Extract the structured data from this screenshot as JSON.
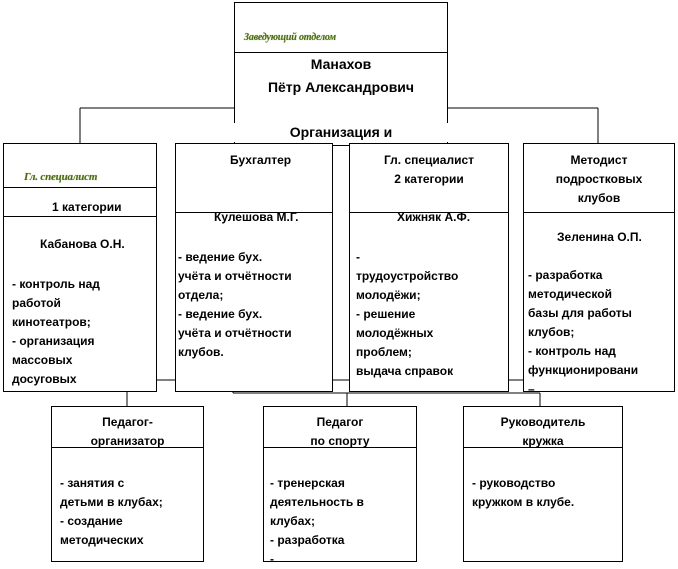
{
  "head": {
    "position": "Заведующий отделом",
    "name_line1": "Манахов",
    "name_line2": "Пётр Александрович",
    "dept": "Организация и"
  },
  "boxes": [
    {
      "title": "Гл. специалист",
      "subtitle": "1 категории",
      "person": "Кабанова О.Н.",
      "duties": "    - контроль над\nработой\nкинотеатров;\n    - организация\nмассовых\nдосуговых"
    },
    {
      "title": "Бухгалтер",
      "subtitle": "",
      "person": "Кулешова М.Г.",
      "duties": "    - ведение бух.\nучёта и отчётности\nотдела;\n    - ведение бух.\nучёта и отчётности\nклубов."
    },
    {
      "title": "Гл. специалист\n2 категории",
      "subtitle": "",
      "person": "Хижняк А.Ф.",
      "duties": "    -\nтрудоустройство\nмолодёжи;\n    - решение\nмолодёжных\nпроблем;\n    выдача справок"
    },
    {
      "title": "Методист\nподростковых\nклубов",
      "subtitle": "",
      "person": "Зеленина О.П.",
      "duties": "    - разработка\nметодической\nбазы для работы\nклубов;\n    - контроль над\nфункционировани\n–"
    }
  ],
  "bottom": [
    {
      "title": "Педагог-\nорганизатор",
      "duties": "    - занятия с\nдетьми в клубах;\n    - создание\nметодических"
    },
    {
      "title": "Педагог\nпо спорту",
      "duties": "    - тренерская\nдеятельность в\nклубах;\n    - разработка\n    ‐"
    },
    {
      "title": "Руководитель\nкружка",
      "duties": "    - руководство\nкружком  в клубе."
    }
  ]
}
